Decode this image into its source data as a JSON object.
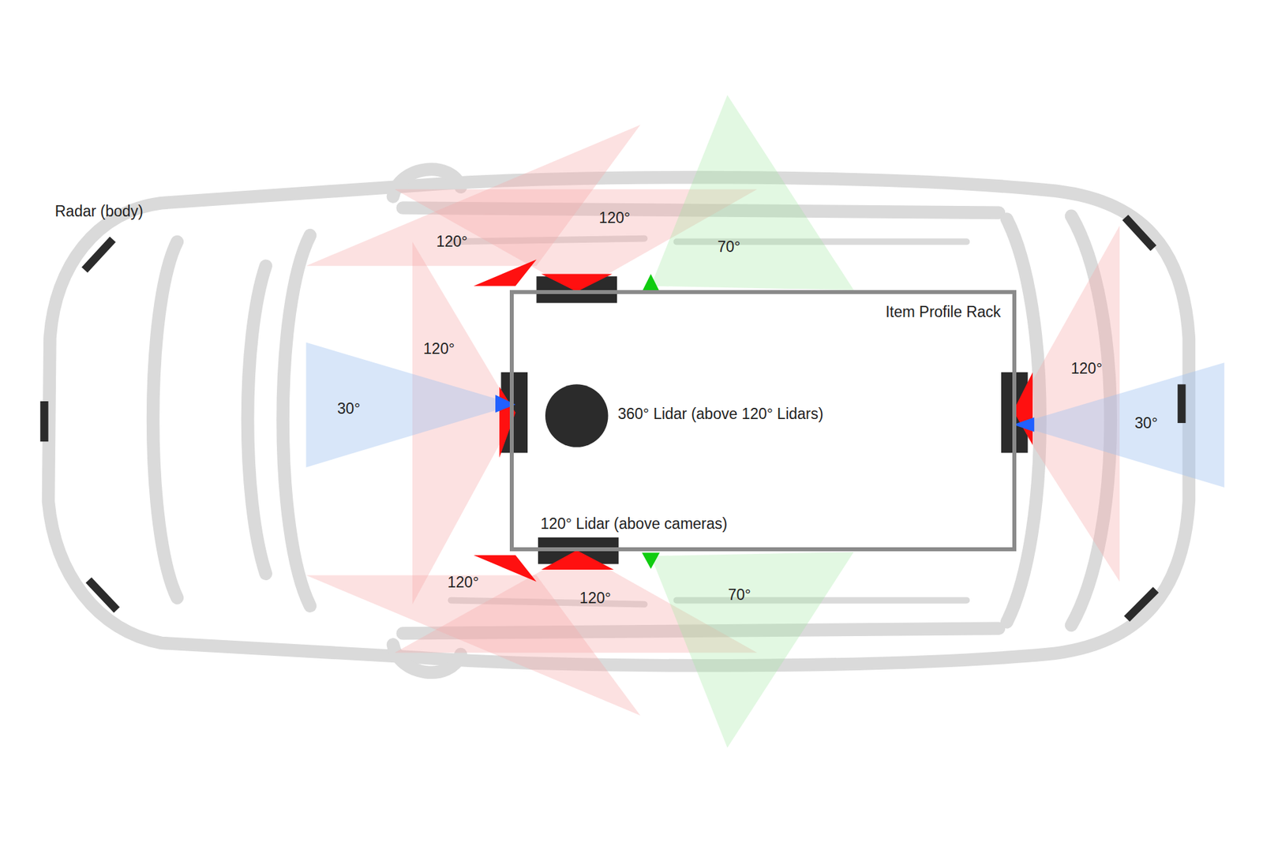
{
  "diagram": {
    "nodes": [
      {
        "text": [
          "Item Profile Rack"
        ]
      }
    ],
    "labels": [
      "Radar (body)",
      "120°",
      "120°",
      "70°",
      "120°",
      "30°",
      "360° Lidar (above 120° Lidars)",
      "120°",
      "30°",
      "120° Lidar (above cameras)",
      "120°",
      "120°",
      "70°"
    ]
  }
}
